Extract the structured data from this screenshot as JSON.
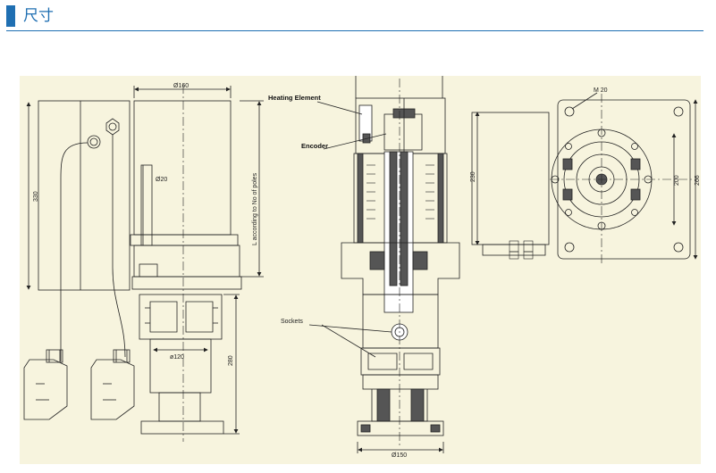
{
  "header": {
    "title": "尺寸"
  },
  "drawing": {
    "labels": {
      "dia160": "Ø160",
      "dia20": "Ø20",
      "dim330": "330",
      "l_note": "L according to No of poles",
      "dia120": "ø120",
      "dim280": "280",
      "heating": "Heating Element",
      "encoder": "Encoder",
      "sockets": "Sockets",
      "dia150": "Ø150",
      "dim230": "230",
      "m20": "M 20",
      "dim200": "200",
      "dim266": "266"
    }
  },
  "colors": {
    "accent": "#1f6fb2",
    "drawing_bg": "#f7f4de",
    "line": "#222222",
    "fill_dark": "#555555"
  }
}
